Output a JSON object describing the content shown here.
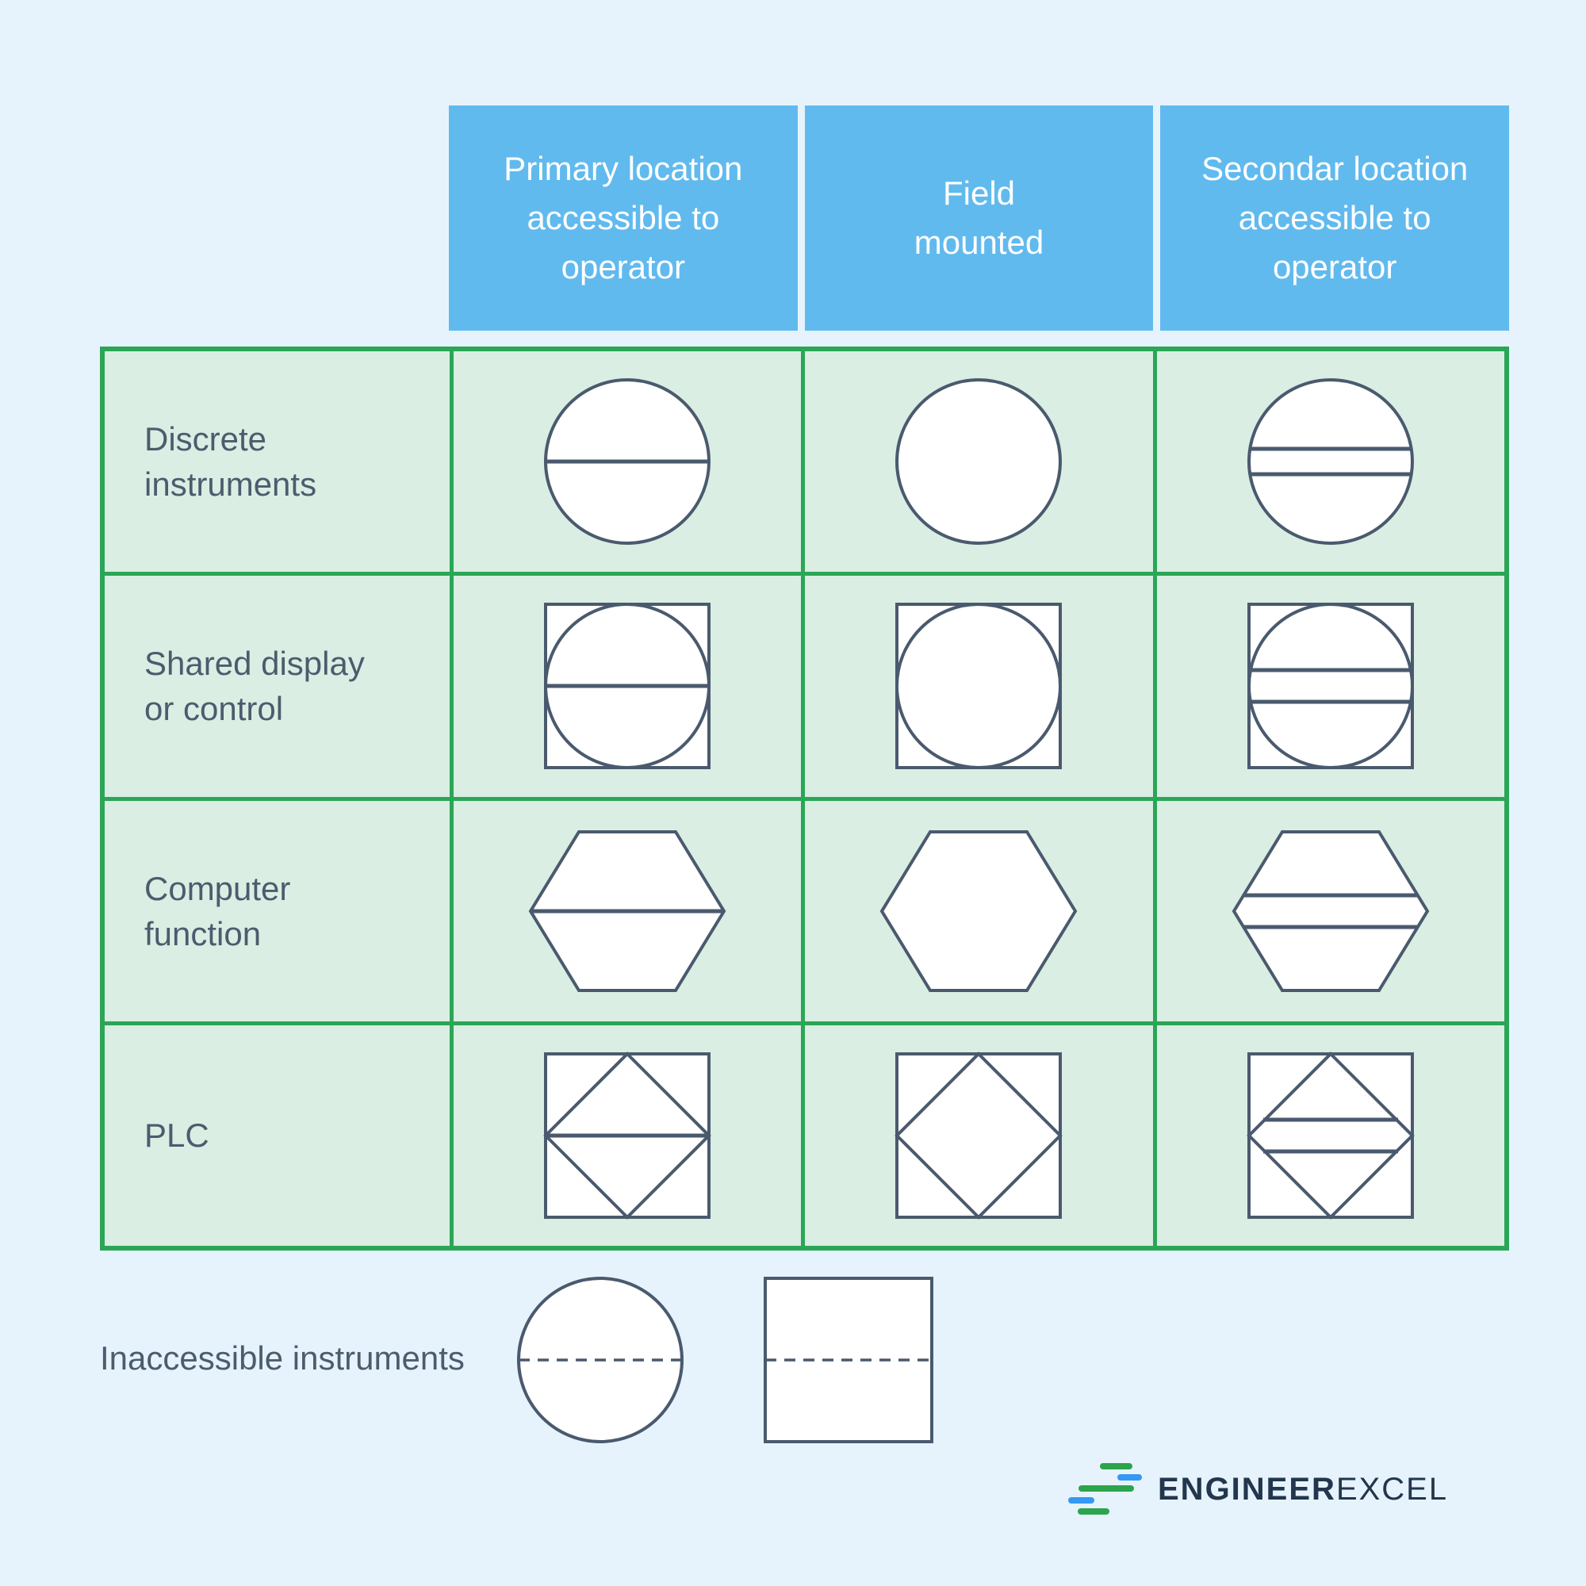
{
  "colors": {
    "bg": "#e6f3fc",
    "header_blue": "#61baee",
    "header_text": "#ffffff",
    "cell_green": "#daeee3",
    "grid_green": "#2aa656",
    "symbol_stroke": "#4a5a6e",
    "symbol_fill": "#ffffff",
    "label_text": "#4c5c6e",
    "logo_navy": "#22364d",
    "logo_green": "#2ca44e",
    "logo_blue": "#3399f3"
  },
  "table": {
    "columns": [
      {
        "id": "primary",
        "label": "Primary location\naccessible to\noperator"
      },
      {
        "id": "field",
        "label": "Field\nmounted"
      },
      {
        "id": "secondary",
        "label": "Secondar location\naccessible to\noperator"
      }
    ],
    "rows": [
      {
        "id": "discrete-instruments",
        "label": "Discrete\ninstruments",
        "symbols": [
          {
            "shape": "circle",
            "lines": 1
          },
          {
            "shape": "circle",
            "lines": 0
          },
          {
            "shape": "circle",
            "lines": 2
          }
        ]
      },
      {
        "id": "shared-display",
        "label": "Shared display\nor control",
        "symbols": [
          {
            "shape": "square-circle",
            "lines": 1
          },
          {
            "shape": "square-circle",
            "lines": 0
          },
          {
            "shape": "square-circle",
            "lines": 2
          }
        ]
      },
      {
        "id": "computer-function",
        "label": "Computer\nfunction",
        "symbols": [
          {
            "shape": "hexagon",
            "lines": 1
          },
          {
            "shape": "hexagon",
            "lines": 0
          },
          {
            "shape": "hexagon",
            "lines": 2
          }
        ]
      },
      {
        "id": "plc",
        "label": "PLC",
        "symbols": [
          {
            "shape": "square-diamond",
            "lines": 1
          },
          {
            "shape": "square-diamond",
            "lines": 0
          },
          {
            "shape": "square-diamond",
            "lines": 2
          }
        ]
      }
    ]
  },
  "legend": {
    "label": "Inaccessible instruments",
    "symbols": [
      {
        "id": "inaccessible-circle",
        "shape": "circle",
        "lines": 0,
        "dashed": true
      },
      {
        "id": "inaccessible-square",
        "shape": "square",
        "lines": 0,
        "dashed": true
      }
    ]
  },
  "logo": {
    "name_bold": "ENGINEER",
    "name_light": "EXCEL"
  }
}
